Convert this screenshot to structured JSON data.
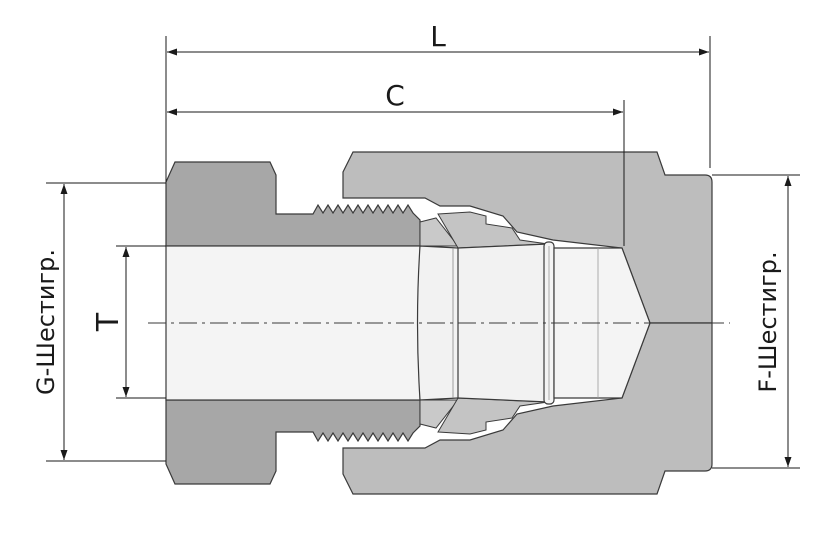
{
  "diagram": {
    "type": "technical-drawing",
    "subject": "compression fitting (cross-section)",
    "labels": {
      "L": "L",
      "C": "C",
      "T": "T",
      "G": "G-Шестигр.",
      "F": "F-Шестигр."
    },
    "colors": {
      "left_body": "#a7a7a7",
      "right_nut": "#bdbdbd",
      "inner_parts": "#c4c4c4",
      "bore": "#f4f4f4",
      "outline": "#3a3a3a",
      "dim_line": "#1a1a1a"
    }
  }
}
